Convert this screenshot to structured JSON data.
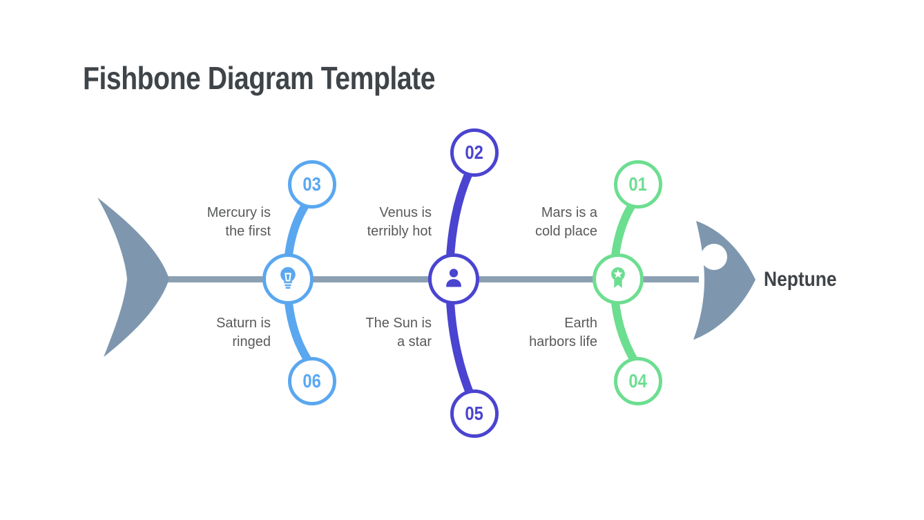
{
  "page": {
    "title": "Fishbone Diagram Template",
    "background_color": "#FFFFFF"
  },
  "text": {
    "title_color": "#3F4449",
    "label_color": "#58595A"
  },
  "fish": {
    "body_color": "#7E97AE",
    "spine_color": "#8CA0B2",
    "head_label": "Neptune"
  },
  "bones": [
    {
      "name": "bone-mercury-saturn",
      "color": "#5AA7F0",
      "icon": "lightbulb-icon",
      "top": {
        "number": "03",
        "label": "Mercury is\nthe first"
      },
      "bottom": {
        "number": "06",
        "label": "Saturn is\nringed"
      }
    },
    {
      "name": "bone-venus-sun",
      "color": "#4A44D0",
      "icon": "person-icon",
      "top": {
        "number": "02",
        "label": "Venus is\nterribly hot"
      },
      "bottom": {
        "number": "05",
        "label": "The Sun is\na star"
      }
    },
    {
      "name": "bone-mars-earth",
      "color": "#6CDE90",
      "icon": "award-icon",
      "top": {
        "number": "01",
        "label": "Mars is a\ncold place"
      },
      "bottom": {
        "number": "04",
        "label": "Earth\nharbors life"
      }
    }
  ]
}
